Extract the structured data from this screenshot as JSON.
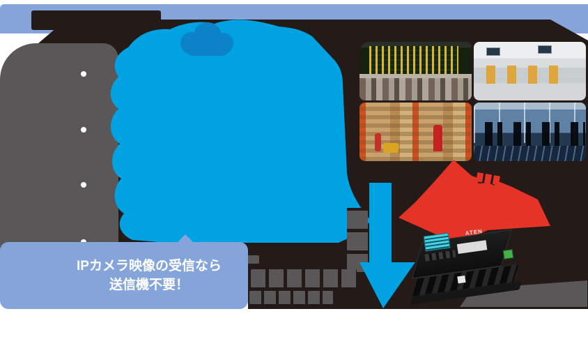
{
  "bubble": {
    "line1": "IPカメラ映像の受信なら",
    "line2": "送信機不要！"
  },
  "device": {
    "brand": "ATEN"
  },
  "colors": {
    "ribbon_blue": "#85a5da",
    "cloud_cyan": "#00a2e2",
    "cloud_inner_blue": "#0c82c8",
    "arrow_red": "#e63327",
    "panel_black": "#241a17",
    "box_gray": "#595757",
    "bubble_text": "#ffffff"
  },
  "bullet_count": "4"
}
